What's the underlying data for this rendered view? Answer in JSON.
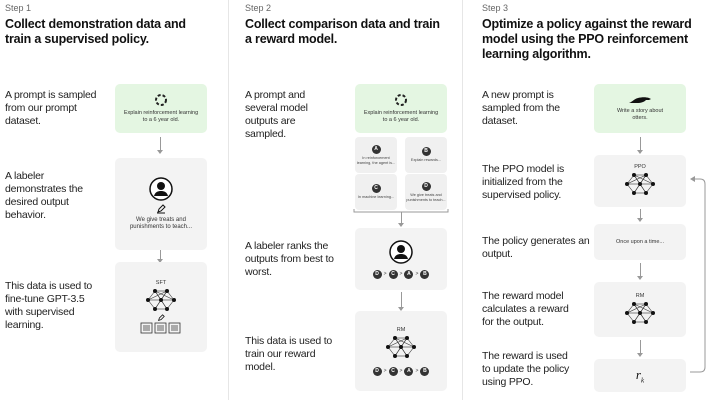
{
  "step1": {
    "step": "Step 1",
    "title": "Collect demonstration data and train a supervised policy.",
    "desc1": "A prompt is sampled from our prompt dataset.",
    "prompt": "Explain reinforcement learning to a 6 year old.",
    "desc2": "A labeler demonstrates the desired output behavior.",
    "demo": "We give treats and punishments to teach...",
    "desc3": "This data is used to fine-tune GPT-3.5 with supervised learning.",
    "model": "SFT"
  },
  "step2": {
    "step": "Step 2",
    "title": "Collect comparison data and train a reward model.",
    "desc1": "A prompt and several model outputs are sampled.",
    "prompt": "Explain reinforcement learning to a 6 year old.",
    "outputs": [
      {
        "id": "A",
        "text": "In reinforcement learning, the agent is..."
      },
      {
        "id": "B",
        "text": "Explain rewards..."
      },
      {
        "id": "C",
        "text": "In machine learning..."
      },
      {
        "id": "D",
        "text": "We give treats and punishments to teach..."
      }
    ],
    "desc2": "A labeler ranks the outputs from best to worst.",
    "ranking": [
      "D",
      "C",
      "A",
      "B"
    ],
    "desc3": "This data is used to train our reward model.",
    "model": "RM"
  },
  "step3": {
    "step": "Step 3",
    "title": "Optimize a policy against the reward model using the PPO reinforcement learning algorithm.",
    "desc1": "A new prompt is sampled from the dataset.",
    "prompt": "Write a story about otters.",
    "desc2": "The PPO model is initialized from the supervised policy.",
    "ppo": "PPO",
    "desc3": "The policy generates an output.",
    "output": "Once upon a time...",
    "desc4": "The reward model calculates a reward for the output.",
    "rm": "RM",
    "desc5": "The reward is used to update the policy using PPO.",
    "reward": "r",
    "reward_sub": "k"
  },
  "colors": {
    "prompt_bg": "#e4f6e2",
    "box_bg": "#f3f3f3"
  }
}
